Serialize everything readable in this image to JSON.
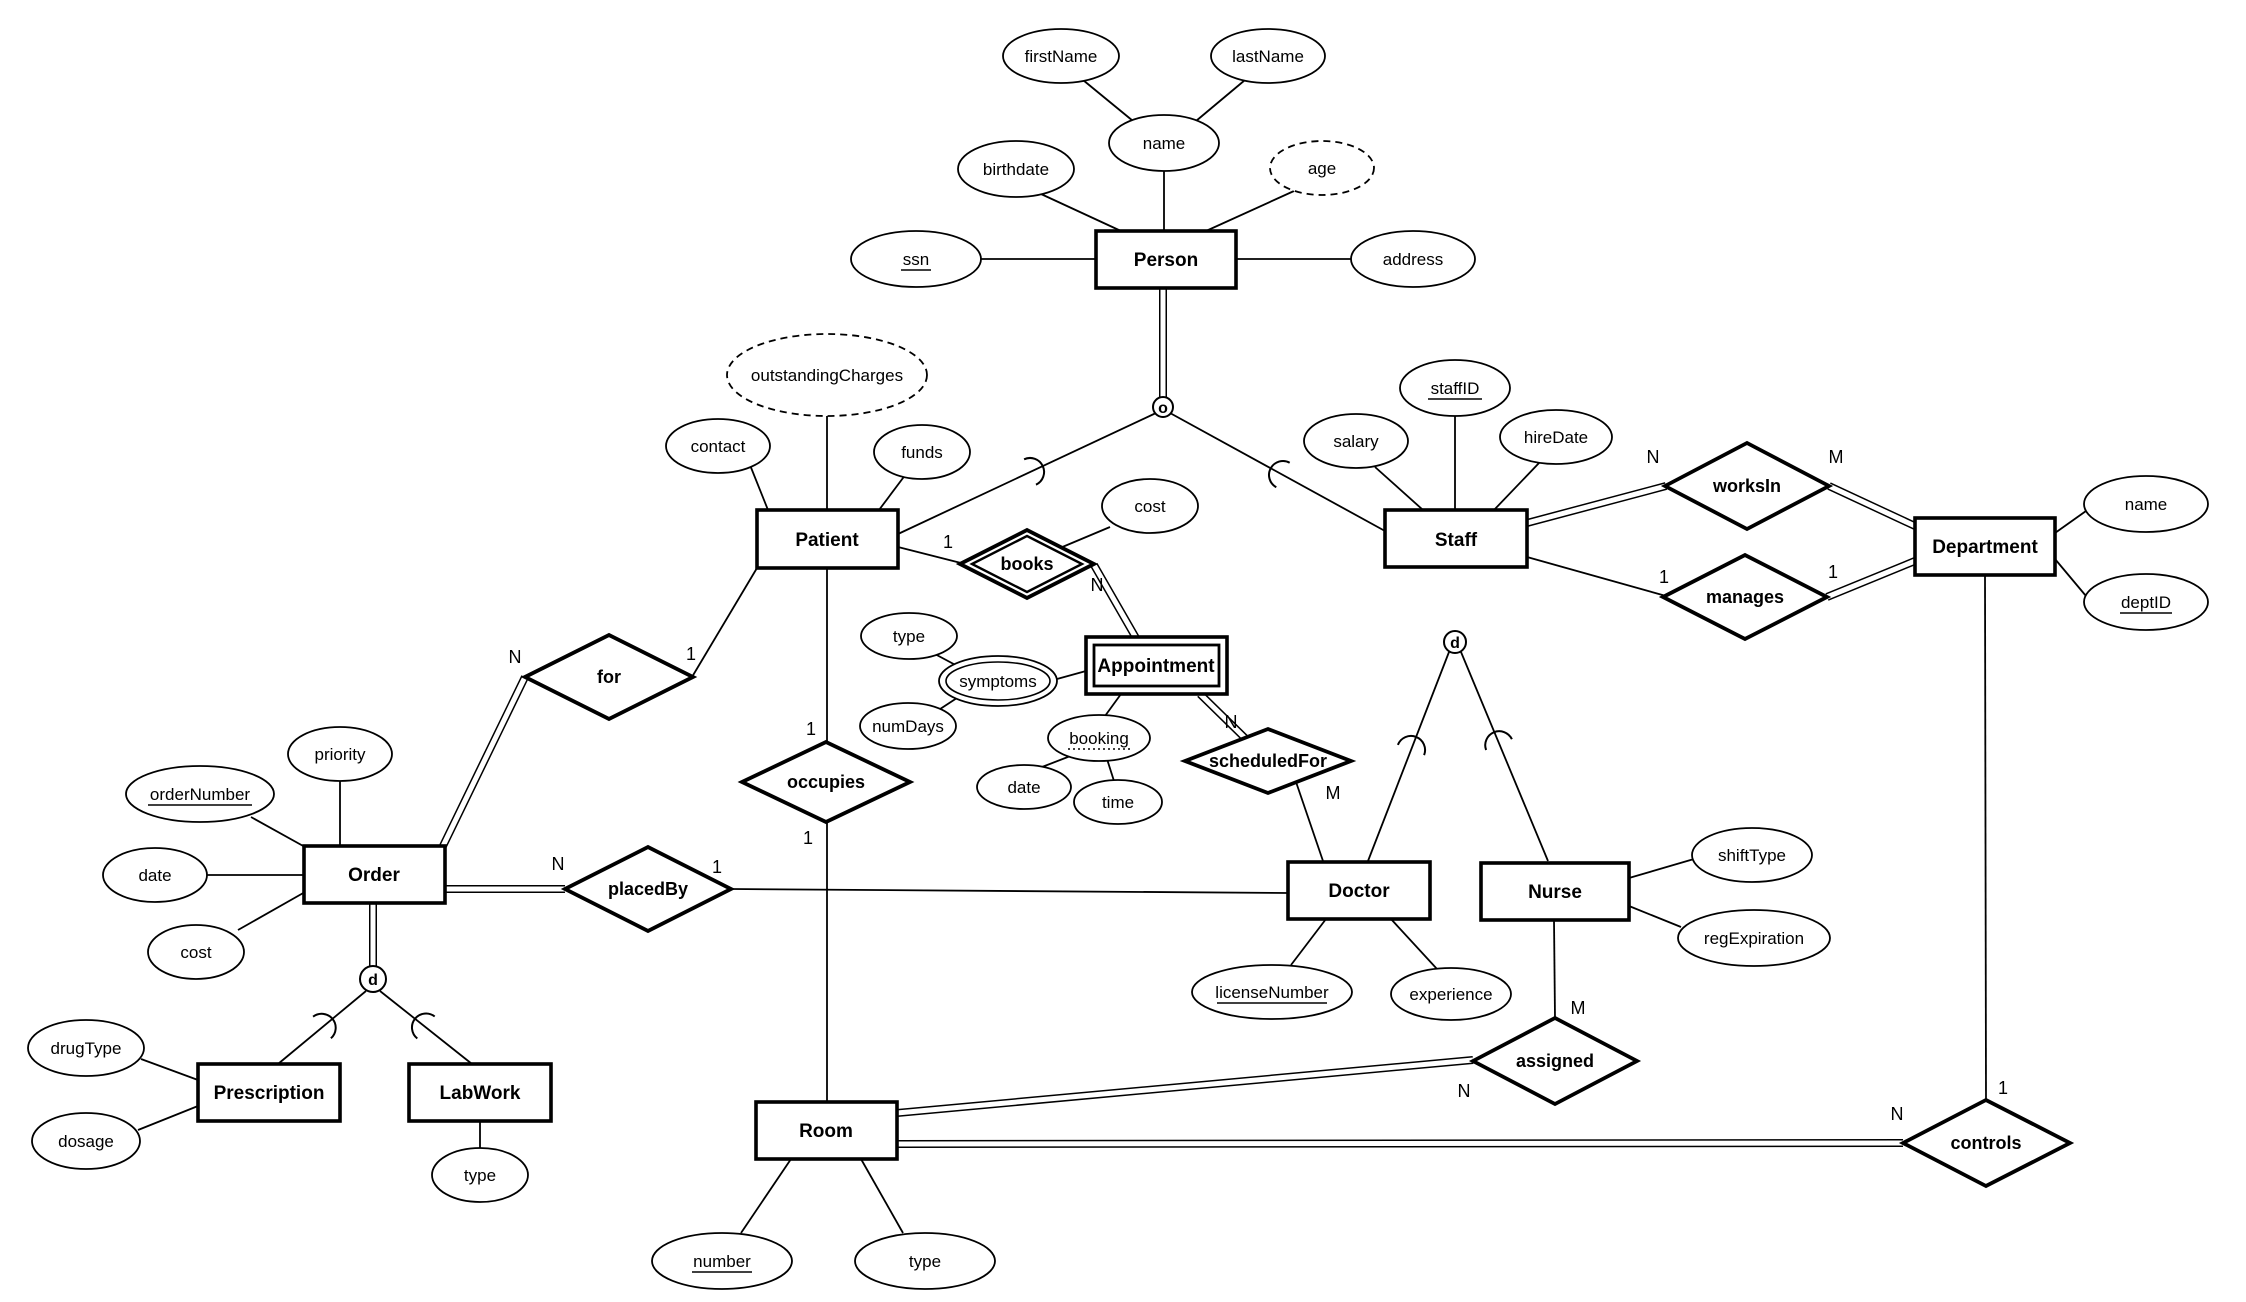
{
  "er": {
    "entities": {
      "person": "Person",
      "patient": "Patient",
      "staff": "Staff",
      "department": "Department",
      "appointment": "Appointment",
      "doctor": "Doctor",
      "nurse": "Nurse",
      "order": "Order",
      "prescription": "Prescription",
      "labwork": "LabWork",
      "room": "Room"
    },
    "relationships": {
      "books": "books",
      "worksIn": "worksIn",
      "manages": "manages",
      "scheduledFor": "scheduledFor",
      "for": "for",
      "occupies": "occupies",
      "placedBy": "placedBy",
      "assigned": "assigned",
      "controls": "controls"
    },
    "specializations": {
      "person": "o",
      "staff": "d",
      "order": "d"
    },
    "attributes": {
      "person": {
        "firstName": "firstName",
        "lastName": "lastName",
        "name": "name",
        "birthdate": "birthdate",
        "age": "age",
        "ssn": "ssn",
        "address": "address"
      },
      "patient": {
        "outstandingCharges": "outstandingCharges",
        "contact": "contact",
        "funds": "funds"
      },
      "staff": {
        "staffID": "staffID",
        "salary": "salary",
        "hireDate": "hireDate"
      },
      "department": {
        "name": "name",
        "deptID": "deptID"
      },
      "appointment": {
        "cost": "cost",
        "symptoms": "symptoms",
        "type": "type",
        "numDays": "numDays",
        "booking": "booking",
        "date": "date",
        "time": "time"
      },
      "doctor": {
        "licenseNumber": "licenseNumber",
        "experience": "experience"
      },
      "nurse": {
        "shiftType": "shiftType",
        "regExpiration": "regExpiration"
      },
      "order": {
        "priority": "priority",
        "orderNumber": "orderNumber",
        "date": "date",
        "cost": "cost"
      },
      "prescription": {
        "drugType": "drugType",
        "dosage": "dosage"
      },
      "labwork": {
        "type": "type"
      },
      "room": {
        "number": "number",
        "type": "type"
      }
    },
    "cardinalities": {
      "books_patient": "1",
      "books_appointment": "N",
      "scheduledFor_appointment": "N",
      "scheduledFor_doctor": "M",
      "worksIn_staff": "N",
      "worksIn_department": "M",
      "manages_staff": "1",
      "manages_department": "1",
      "for_order": "N",
      "for_patient": "1",
      "occupies_patient": "1",
      "occupies_room": "1",
      "placedBy_order": "N",
      "placedBy_doctor": "1",
      "assigned_nurse": "M",
      "assigned_room": "N",
      "controls_department": "1",
      "controls_room": "N"
    }
  }
}
